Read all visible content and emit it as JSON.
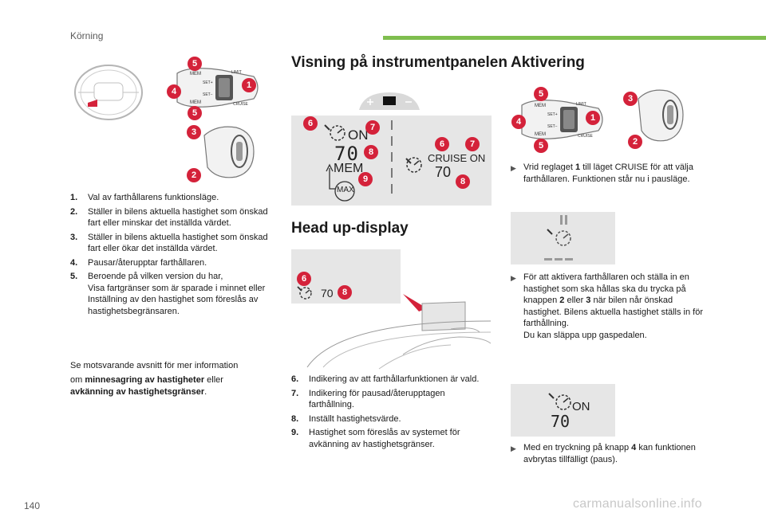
{
  "header": {
    "section": "Körning"
  },
  "page_number": "140",
  "watermark": "carmanualsonline.info",
  "left": {
    "items": [
      {
        "num": "1.",
        "text": "Val av farthållarens funktionsläge."
      },
      {
        "num": "2.",
        "text": "Ställer in bilens aktuella hastighet som önskad fart eller minskar det inställda värdet."
      },
      {
        "num": "3.",
        "text": "Ställer in bilens aktuella hastighet som önskad fart eller ökar det inställda värdet."
      },
      {
        "num": "4.",
        "text": "Pausar/återupptar farthållaren."
      },
      {
        "num": "5.",
        "text": "Beroende på vilken version du har,\nVisa fartgränser som är sparade i minnet eller\nInställning av den hastighet som föreslås av hastighetsbegränsaren."
      }
    ],
    "see_prefix": "Se motsvarande avsnitt för mer information",
    "see_om": "om ",
    "see_bold1": "minnesagring av hastigheter",
    "see_or": " eller",
    "see_bold2": "avkänning av hastighetsgränser",
    "see_end": "."
  },
  "middle": {
    "title1": "Visning på instrumentpanelen",
    "title2": "Head up-display",
    "display_on": "ON",
    "display_speed": "70",
    "display_mem": "MEM",
    "display_max": "MAX",
    "display_cruise": "CRUISE",
    "display_cruise_on": "ON",
    "display_cruise_speed": "70",
    "hud_speed": "70",
    "items": [
      {
        "num": "6.",
        "text": "Indikering av att farthållarfunktionen är vald."
      },
      {
        "num": "7.",
        "text": "Indikering för pausad/återupptagen farthållning."
      },
      {
        "num": "8.",
        "text": "Inställt hastighetsvärde."
      },
      {
        "num": "9.",
        "text": "Hastighet som föreslås av systemet för avkänning av hastighetsgränser."
      }
    ]
  },
  "right": {
    "title": "Aktivering",
    "bullet1_pre": "Vrid reglaget ",
    "bullet1_b": "1",
    "bullet1_post": " till läget CRUISE för att välja farthållaren. Funktionen står nu i pausläge.",
    "bullet2_pre": "För att aktivera farthållaren och ställa in en hastighet som ska hållas ska du trycka på knappen ",
    "bullet2_b1": "2",
    "bullet2_mid": " eller ",
    "bullet2_b2": "3",
    "bullet2_post": " när bilen når önskad hastighet. Bilens aktuella hastighet ställs in för farthållning.",
    "bullet2_line2": "Du kan släppa upp gaspedalen.",
    "bullet3_pre": "Med en tryckning på knapp ",
    "bullet3_b": "4",
    "bullet3_post": " kan funktionen avbrytas tillfälligt (paus).",
    "display3_on": "ON",
    "display3_speed": "70"
  },
  "stalk_labels": {
    "mem": "MEM",
    "limit": "LIMIT",
    "set_plus": "SET+",
    "set_minus": "SET−",
    "cruise": "CRUISE"
  },
  "colors": {
    "accent_bar": "#7fbe4f",
    "badge": "#d4223a",
    "panel": "#e6e6e6"
  }
}
